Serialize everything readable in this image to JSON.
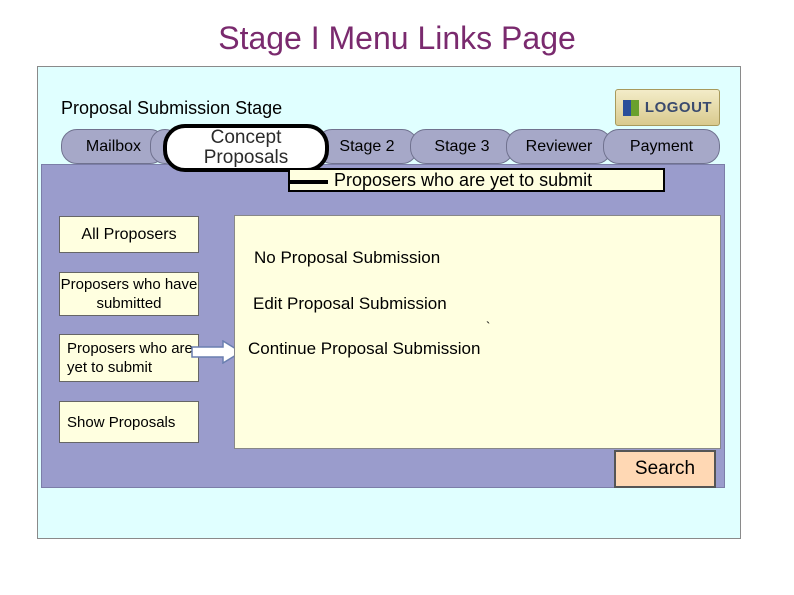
{
  "page": {
    "title": "Stage I Menu Links Page"
  },
  "header": {
    "stage_label": "Proposal Submission Stage",
    "logout_label": "LOGOUT",
    "logout_icon": "logout-icon"
  },
  "tabs": {
    "mailbox": "Mailbox",
    "concept_line1": "Concept",
    "concept_line2": "Proposals",
    "stage2": "Stage 2",
    "stage3": "Stage 3",
    "reviewer": "Reviewer",
    "payment": "Payment"
  },
  "note": "Proposers who are yet to submit",
  "sidebar": {
    "all_proposers": "All Proposers",
    "submitted": "Proposers who have submitted",
    "yet_to_submit": "Proposers who are yet to submit",
    "show_proposals": "Show Proposals"
  },
  "content": {
    "no_submission": "No Proposal Submission",
    "edit_submission": "Edit Proposal Submission",
    "backtick": "`",
    "continue_submission": "Continue Proposal Submission"
  },
  "search_label": "Search",
  "colors": {
    "title": "#7a2a6e",
    "frame": "#e0ffff",
    "panel": "#9a9ccc",
    "box": "#ffffe0",
    "search": "#ffd8b4"
  }
}
